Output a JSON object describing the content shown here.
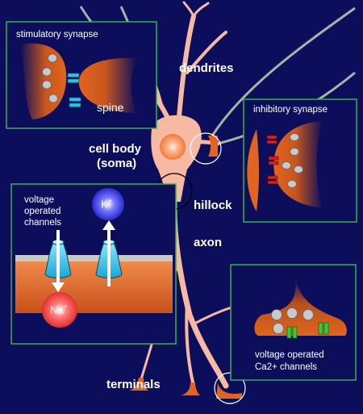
{
  "labels": {
    "dendrites": "dendrites",
    "cell_body_line1": "cell body",
    "cell_body_line2": "(soma)",
    "hillock": "hillock",
    "axon": "axon",
    "terminals": "terminals"
  },
  "stimulatory_panel": {
    "title": "stimulatory synapse",
    "spine_label": "spine"
  },
  "inhibitory_panel": {
    "title": "inhibitory synapse"
  },
  "voltage_panel": {
    "title_line1": "voltage",
    "title_line2": "operated",
    "title_line3": "channels",
    "ion_k": "K",
    "ion_k_charge": "+",
    "ion_na": "Na",
    "ion_na_charge": "+"
  },
  "terminal_panel": {
    "caption_line1": "voltage operated",
    "caption_line2": "Ca2+ channels"
  },
  "colors": {
    "background": "#0c0e5c",
    "panel_border": "#37b24a",
    "neuron": "#f6b9a1",
    "synapse": "#e0621e",
    "channel_cyan": "#27c4e6",
    "channel_red": "#d82020",
    "channel_green": "#2fcf3a"
  }
}
